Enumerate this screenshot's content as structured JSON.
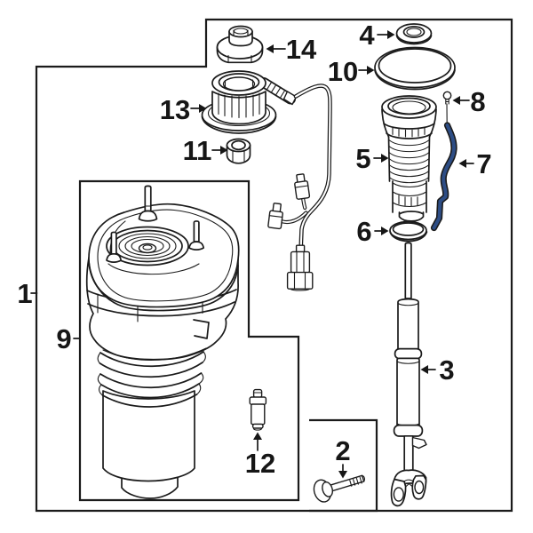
{
  "figure": {
    "type": "exploded-parts-diagram",
    "background": "#ffffff",
    "line_color": "#1b1b1b",
    "highlight_color": "#2d4d85"
  },
  "parts": [
    {
      "label": "1"
    },
    {
      "label": "2"
    },
    {
      "label": "3"
    },
    {
      "label": "4"
    },
    {
      "label": "5"
    },
    {
      "label": "6"
    },
    {
      "label": "7"
    },
    {
      "label": "8"
    },
    {
      "label": "9"
    },
    {
      "label": "10"
    },
    {
      "label": "11"
    },
    {
      "label": "12"
    },
    {
      "label": "13"
    },
    {
      "label": "14"
    }
  ]
}
